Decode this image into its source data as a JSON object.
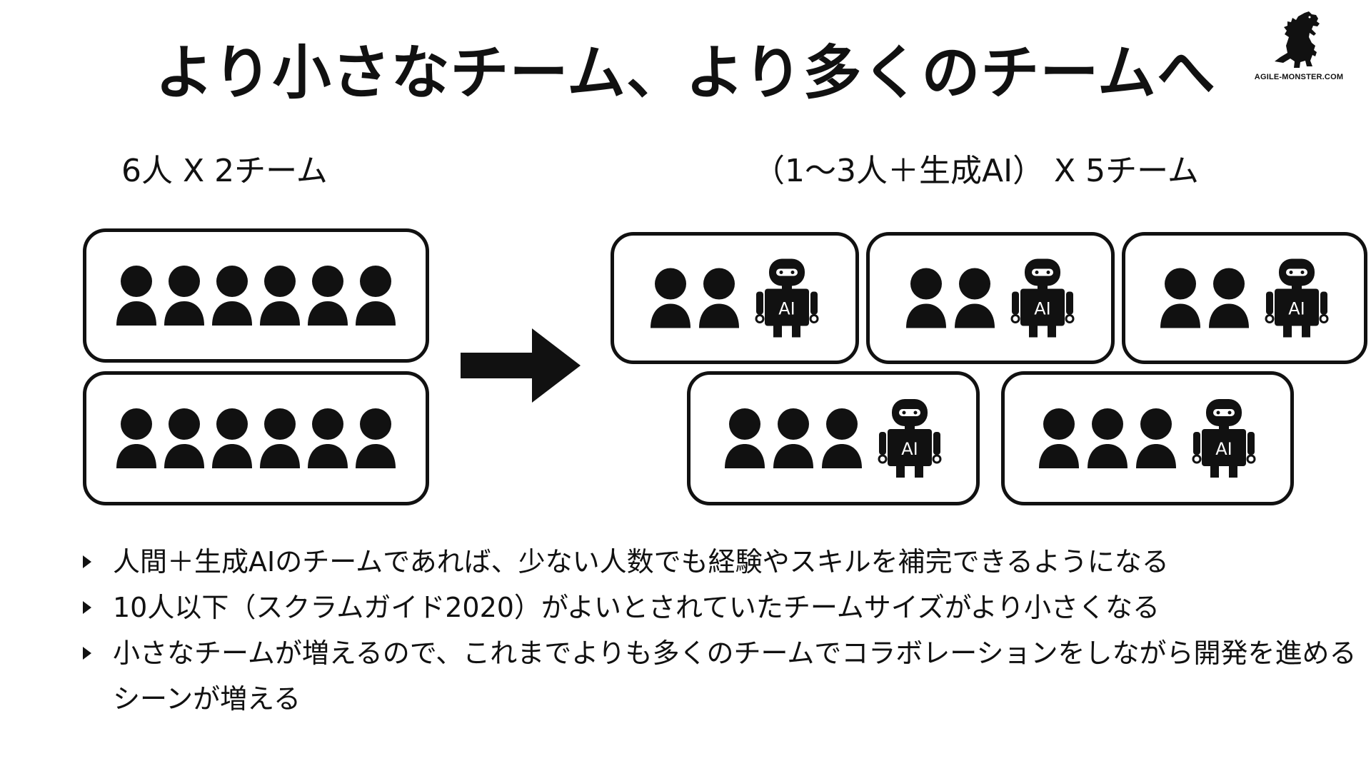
{
  "title": "より小さなチーム、より多くのチームへ",
  "logo": {
    "text": "AGILE-MONSTER.COM",
    "icon": "monster-silhouette-icon"
  },
  "left_group": {
    "label": "6人 X 2チーム",
    "teams": [
      {
        "people": 6,
        "ai": false
      },
      {
        "people": 6,
        "ai": false
      }
    ]
  },
  "right_group": {
    "label": "（1～3人＋生成AI） X 5チーム",
    "teams": [
      {
        "people": 2,
        "ai": true
      },
      {
        "people": 2,
        "ai": true
      },
      {
        "people": 2,
        "ai": true
      },
      {
        "people": 3,
        "ai": true
      },
      {
        "people": 3,
        "ai": true
      }
    ]
  },
  "robot_label": "AI",
  "icons": {
    "person": "person-icon",
    "robot": "ai-robot-icon",
    "arrow": "right-arrow-icon",
    "bullet": "triangle-bullet-icon"
  },
  "bullets": [
    "人間＋生成AIのチームであれば、少ない人数でも経験やスキルを補完できるようになる",
    "10人以下（スクラムガイド2020）がよいとされていたチームサイズがより小さくなる",
    "小さなチームが増えるので、これまでよりも多くのチームでコラボレーションをしながら開発を進めるシーンが増える"
  ],
  "colors": {
    "ink": "#111111",
    "background": "#ffffff"
  }
}
